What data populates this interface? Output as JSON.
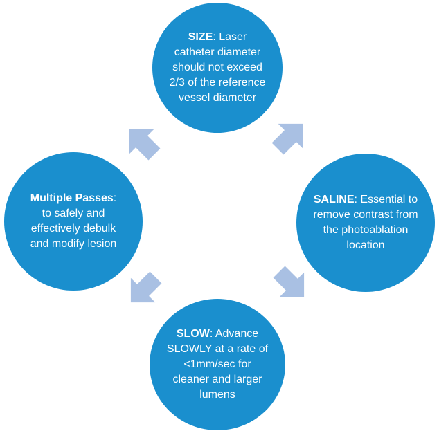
{
  "colors": {
    "circle_fill": "#1a8fce",
    "arrow_fill": "#a9c0e3",
    "text": "#ffffff"
  },
  "circles": [
    {
      "id": "size",
      "bold": "SIZE",
      "rest": ":  Laser catheter diameter should not exceed 2/3 of the reference vessel diameter"
    },
    {
      "id": "saline",
      "bold": "SALINE",
      "rest": ": Essential to remove contrast from the photoablation location"
    },
    {
      "id": "slow",
      "bold": "SLOW",
      "rest": ":  Advance SLOWLY at a rate of <1mm/sec for cleaner and larger lumens"
    },
    {
      "id": "multiple",
      "bold": "Multiple Passes",
      "rest": ": to safely and effectively debulk and modify lesion"
    }
  ],
  "arrows": [
    {
      "name": "arrow-size-to-saline",
      "angle": 45
    },
    {
      "name": "arrow-saline-to-slow",
      "angle": 135
    },
    {
      "name": "arrow-slow-to-multiple",
      "angle": 225
    },
    {
      "name": "arrow-multiple-to-size",
      "angle": 315
    }
  ]
}
